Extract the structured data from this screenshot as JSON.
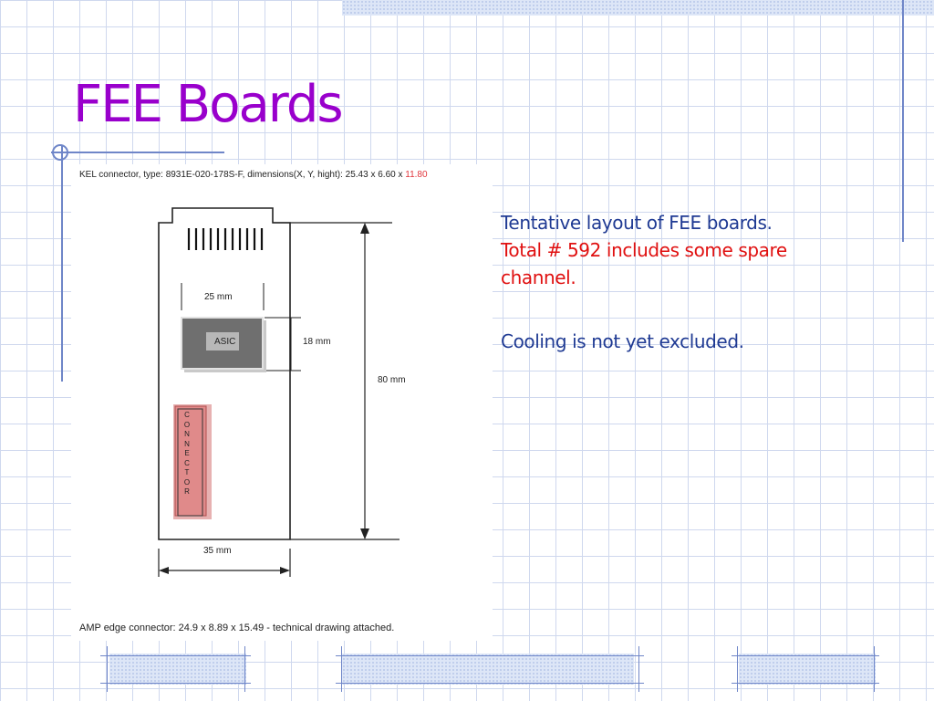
{
  "slide": {
    "title": "FEE Boards",
    "figure": {
      "caption_prefix": "KEL connector,  type: 8931E-020-178S-F, dimensions(X, Y, hight): 25.43 x 6.60 x ",
      "caption_highlight": "11.80",
      "dim_width_asic": "25 mm",
      "dim_height_asic": "18 mm",
      "dim_height_board": "80 mm",
      "dim_width_board": "35 mm",
      "asic_label": "ASIC",
      "connector_letters": [
        "C",
        "O",
        "N",
        "N",
        "E",
        "C",
        "T",
        "O",
        "R"
      ],
      "footer_note": "AMP edge connector: 24.9 x 8.89 x 15.49 - technical drawing attached."
    },
    "notes": {
      "line1": "Tentative layout of FEE boards.",
      "line2": "Total # 592 includes some spare channel.",
      "line3": "Cooling is not yet excluded."
    },
    "colors": {
      "title": "#9900cc",
      "body_text": "#1f3a93",
      "highlight_text": "#e01010",
      "grid_lines": "#cfd8ee",
      "accent_lines": "#6f86c8"
    }
  }
}
